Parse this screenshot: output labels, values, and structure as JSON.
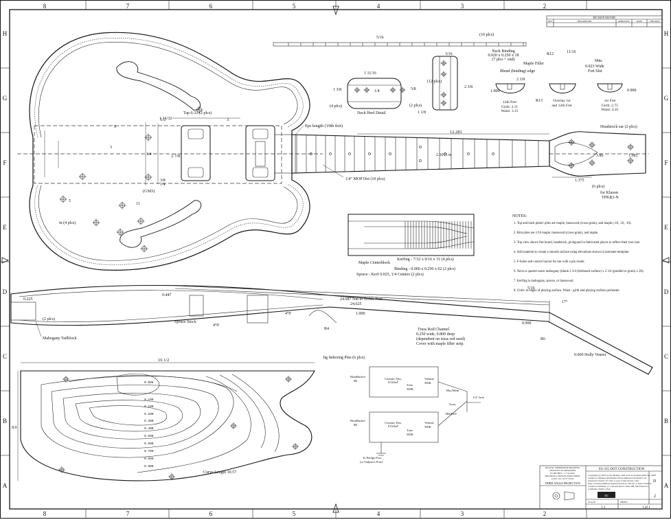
{
  "border": {
    "columns": [
      "8",
      "7",
      "6",
      "5",
      "4",
      "3",
      "2"
    ],
    "rows": [
      "H",
      "G",
      "F",
      "E",
      "D",
      "C",
      "B",
      "A"
    ]
  },
  "revision_block": {
    "title": "REVISION HISTORY",
    "headers": [
      "REV",
      "DESCRIPTION",
      "APPROVED",
      "DATE",
      "CHECKED"
    ]
  },
  "body_view": {
    "labels": {
      "tap_632": "Tap 6-32 (2 plcs)",
      "epi_length": "Epi length (19th fret)",
      "gnd": "(GND)",
      "mop_dot": "1/4\" MOP Dot (10 plcs)",
      "holes_4": "in (4 plcs)",
      "holes_2": "in (2 plcs)"
    },
    "dims": [
      "1/2",
      "3",
      "1 13/32",
      "2 7/8",
      "1 3/16",
      "1/4",
      "3/8",
      "7/16",
      "1/4",
      "5/8"
    ],
    "frac_small": [
      "9",
      "32",
      "3",
      "16",
      "11",
      "32",
      "5",
      "8"
    ]
  },
  "neck": {
    "fret_dim": "12.281",
    "width": "2.1015 in",
    "binding_label": "Neck Binding",
    "binding_spec": "0.020 x 0.250 x 18",
    "binding_note": "(7 plcs + end)",
    "binding_count": "(10 plcs)",
    "heel_label": "Neck Heel Detail",
    "heel_holes": "(4 plcs)",
    "heel_holes2": "(2 plcs)",
    "heel_holes3": "(12 plcs)",
    "heel_dims": [
      "1 11/16",
      "1/4",
      "5/8",
      "1 3/8",
      "2 3/8",
      "3/16",
      "1 1/8"
    ],
    "neck_strip_dim": "5/16"
  },
  "fret_sections": {
    "maple_filler": "Maple Filler",
    "blend": "Blend (binding) edge",
    "min": "Min.",
    "slot": "0.023 Wide",
    "slot2": "Fret Slot",
    "r12": "R12",
    "dim_11_16": "11/16",
    "dim_1000": "1.000",
    "dim_r13": "R13",
    "fret12": "12th Fret",
    "fret12_girth": "Girth: 3.11",
    "fret12_waist": "Waist: 3.15",
    "overlay": "Overlay 1st",
    "overlay2": "and 12th Fret",
    "fret1": "1st Fret",
    "fret1_girth": "Girth: 2.75",
    "fret1_waist": "Waist: 4.45",
    "dim_0900": "0.900",
    "dim_2_1_8": "2 1/8"
  },
  "headstock": {
    "ear_label": "Headstock ear (2 plcs)",
    "dim_1375": "1.375",
    "dim_380": "3.80",
    "dim_985": "1.985",
    "holes": "(6 plcs)",
    "kluson": "for Kluson",
    "kluson2": "TPKR3-N"
  },
  "centerblock": {
    "maple": "Maple Centerblock",
    "spruce": "Spruce - Kerf 0.025, 1/4 Centers (2 plcs)",
    "kerfing": "Kerfing - 7/32 x 9/16 x 31 (4 plcs)",
    "binding": "Binding - 0.060 x 0.250 x 62 (2 plcs)"
  },
  "notes": {
    "title": "NOTES:",
    "items": [
      "1. Top and back plates' plies are maple, basswood (cross-grain), and maple (.10, .10, .10).",
      "2. Rim plies are 1/16 maple, basswood (cross-grain), and maple.",
      "3. Top view shows fret board, headstock, pickguard in fabricated places to reflect their true size.",
      "4. Add material to create a smooth surface using elevations shown in laminate template.",
      "5. F-holes and control layout for use with a pin router.",
      "6. Neck is quarter-sawn mahogany (blank 2 3/4 (fretboard surface) x 2 3/4 (parallel to grain) x 26).",
      "7. Kerfing is mahogany, spruce, or basswood.",
      "8. Girth: to edges of playing surface. Waist - girth and playing surface perimeter."
    ]
  },
  "side_view": {
    "d0225": "0.225",
    "d0447": "0.447",
    "nut_to_post": "24.687 Nut to Treble Post",
    "d24625": "24.625",
    "d1000": "1.000",
    "d0900": "0.900",
    "d5_16": "5/16",
    "angle17": "17°",
    "angle4": "4°0'",
    "angle4b": "4°0'",
    "r6": "R6",
    "r4": "R4",
    "holes2": "(2 plcs)",
    "tailblock": "Mahogany Tailblock",
    "spruce_stock": "Spruce Stock",
    "truss_title": "Truss Rod Channel",
    "truss_1": "0.250 wide, 0.800 deep",
    "truss_2": "(dependent on truss rod used)",
    "truss_3": "Cover with maple filler strip.",
    "holly": "0.060 Holly Veneer"
  },
  "template_view": {
    "width_dim": "16 1/2",
    "height_dim": "8.0",
    "pins": "Jig Indexing Pins (6 plcs)",
    "curve": "Curve Length 30.57",
    "levels": [
      "0.000",
      "0.100",
      "0.100",
      "0.200",
      "0.300",
      "0.400",
      "0.500",
      "0.600",
      "0.700",
      "0.800",
      "0.900"
    ]
  },
  "schematic": {
    "humbucker1": "HumBucker",
    "humbucker1_v": "8K",
    "humbucker2": "HumBucker",
    "humbucker2_v": "8K",
    "cap1": "Ceramic Disc",
    "cap1_v": "0.022uF",
    "cap2": "Ceramic Disc",
    "cap2_v": "0.022uF",
    "tone1": "Tone",
    "tone1_v": "500K",
    "tone2": "Tone",
    "tone2_v": "500K",
    "vol1": "Volume",
    "vol1_v": "500K",
    "vol2": "Volume",
    "vol2_v": "500K",
    "switch": "Rhy/Mem",
    "jack": "1/4\" Jack",
    "sw3": "3way",
    "treble": "TREBLE",
    "bridge1": "To Bridge Post",
    "bridge2": "(or Tailpiece Post)"
  },
  "title_block": {
    "proj_lines": [
      "DIGITAL DIMENSION DRAWING",
      "THIS DWG IS DESIGNED",
      "IN INCHES - 1:1 SCALE",
      "DECIMALS  ANGLES  FRACTIONS",
      "0.XX ±.01   ±0.5°   ±1/64"
    ],
    "projection": "THIRD ANGLE PROJECTION",
    "drawing_title": "ES-335 DOT CONSTRUCTION",
    "copyright": [
      "Copyright (c) 2019 by Pat Markey. This work is licensed under the",
      "Creative Commons Attribution-NonCommercial-NoDerivs 3.0",
      "Unported License. To view a copy of this license, visit",
      "http://creativecommons.org/licenses/by-nc-nd/3.0/ or send a letter to",
      "Creative Commons, 171 Second Street, Suite 300, San Francisco,",
      "California, 94105, USA."
    ],
    "cc": "cc",
    "size_label": "SIZE",
    "size": "D",
    "scale_label": "SCALE",
    "scale": "1:1",
    "sheet_label": "SHEET",
    "sheet": "1 of 1",
    "rev": "2"
  }
}
